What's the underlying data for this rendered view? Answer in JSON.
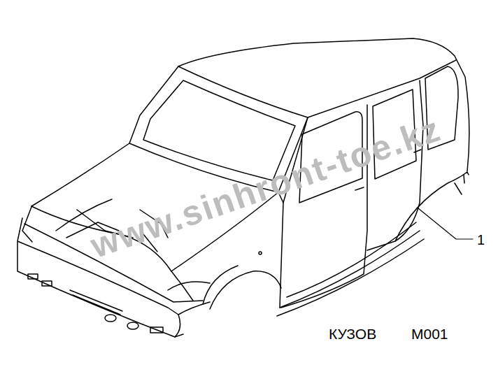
{
  "diagram": {
    "labels": [
      "www.sinhront-toe.kz",
      "1",
      "КУЗОВ",
      "M001"
    ]
  }
}
